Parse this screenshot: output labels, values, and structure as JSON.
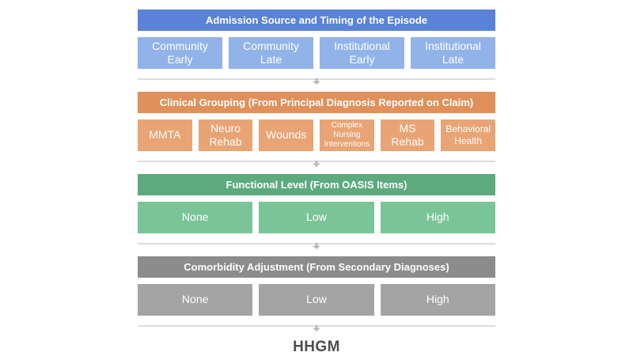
{
  "diagram": {
    "sections": [
      {
        "header": "Admission Source and Timing of the Episode",
        "header_color": "#5a82d8",
        "box_color": "#92b3ea",
        "boxes": [
          "Community Early",
          "Community Late",
          "Institutional Early",
          "Institutional Late"
        ]
      },
      {
        "header": "Clinical Grouping (From Principal Diagnosis Reported on Claim)",
        "header_color": "#e0905a",
        "box_color": "#e8a475",
        "boxes": [
          "MMTA",
          "Neuro Rehab",
          "Wounds",
          "Complex Nursing Interventions",
          "MS Rehab",
          "Behavioral Health"
        ]
      },
      {
        "header": "Functional Level (From OASIS Items)",
        "header_color": "#5caa7e",
        "box_color": "#79c598",
        "boxes": [
          "None",
          "Low",
          "High"
        ]
      },
      {
        "header": "Comorbidity Adjustment (From Secondary Diagnoses)",
        "header_color": "#8c8c8c",
        "box_color": "#a4a4a4",
        "boxes": [
          "None",
          "Low",
          "High"
        ]
      }
    ],
    "arrow_color": "#b9b9b9",
    "result_label": "HHGM"
  }
}
